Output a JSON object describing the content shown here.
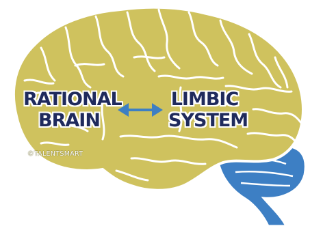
{
  "labels": {
    "rational_line1": "RATIONAL",
    "rational_line2": "BRAIN",
    "limbic_line1": "LIMBIC",
    "limbic_line2": "SYSTEM"
  },
  "credit": "©TALENTSMART",
  "colors": {
    "brain_fill": "#cfc25e",
    "brain_outline": "#ffffff",
    "cerebellum_fill": "#3d7fc4",
    "arrow": "#3d7fc4",
    "label_text": "#1f2a5c"
  },
  "icons": {
    "connector": "double-headed-arrow-icon"
  }
}
